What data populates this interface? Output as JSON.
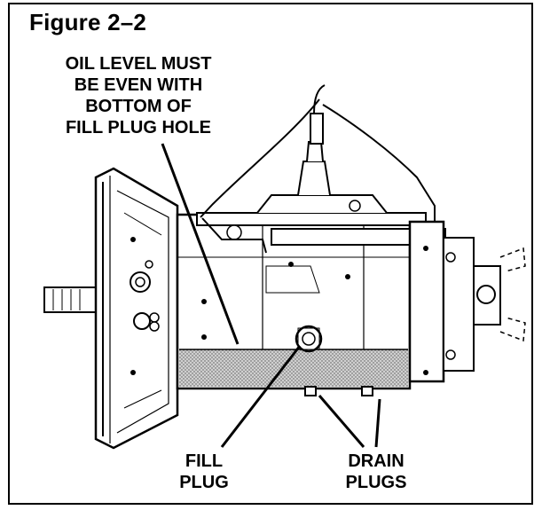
{
  "figure": {
    "title": "Figure 2–2"
  },
  "callouts": {
    "oil_level": [
      "OIL LEVEL MUST",
      "BE EVEN WITH",
      "BOTTOM OF",
      "FILL PLUG HOLE"
    ],
    "fill_plug": [
      "FILL",
      "PLUG"
    ],
    "drain_plugs": [
      "DRAIN",
      "PLUGS"
    ]
  },
  "colors": {
    "ink": "#000000",
    "oil_fill": "#bdbdbd",
    "paper": "#ffffff"
  }
}
